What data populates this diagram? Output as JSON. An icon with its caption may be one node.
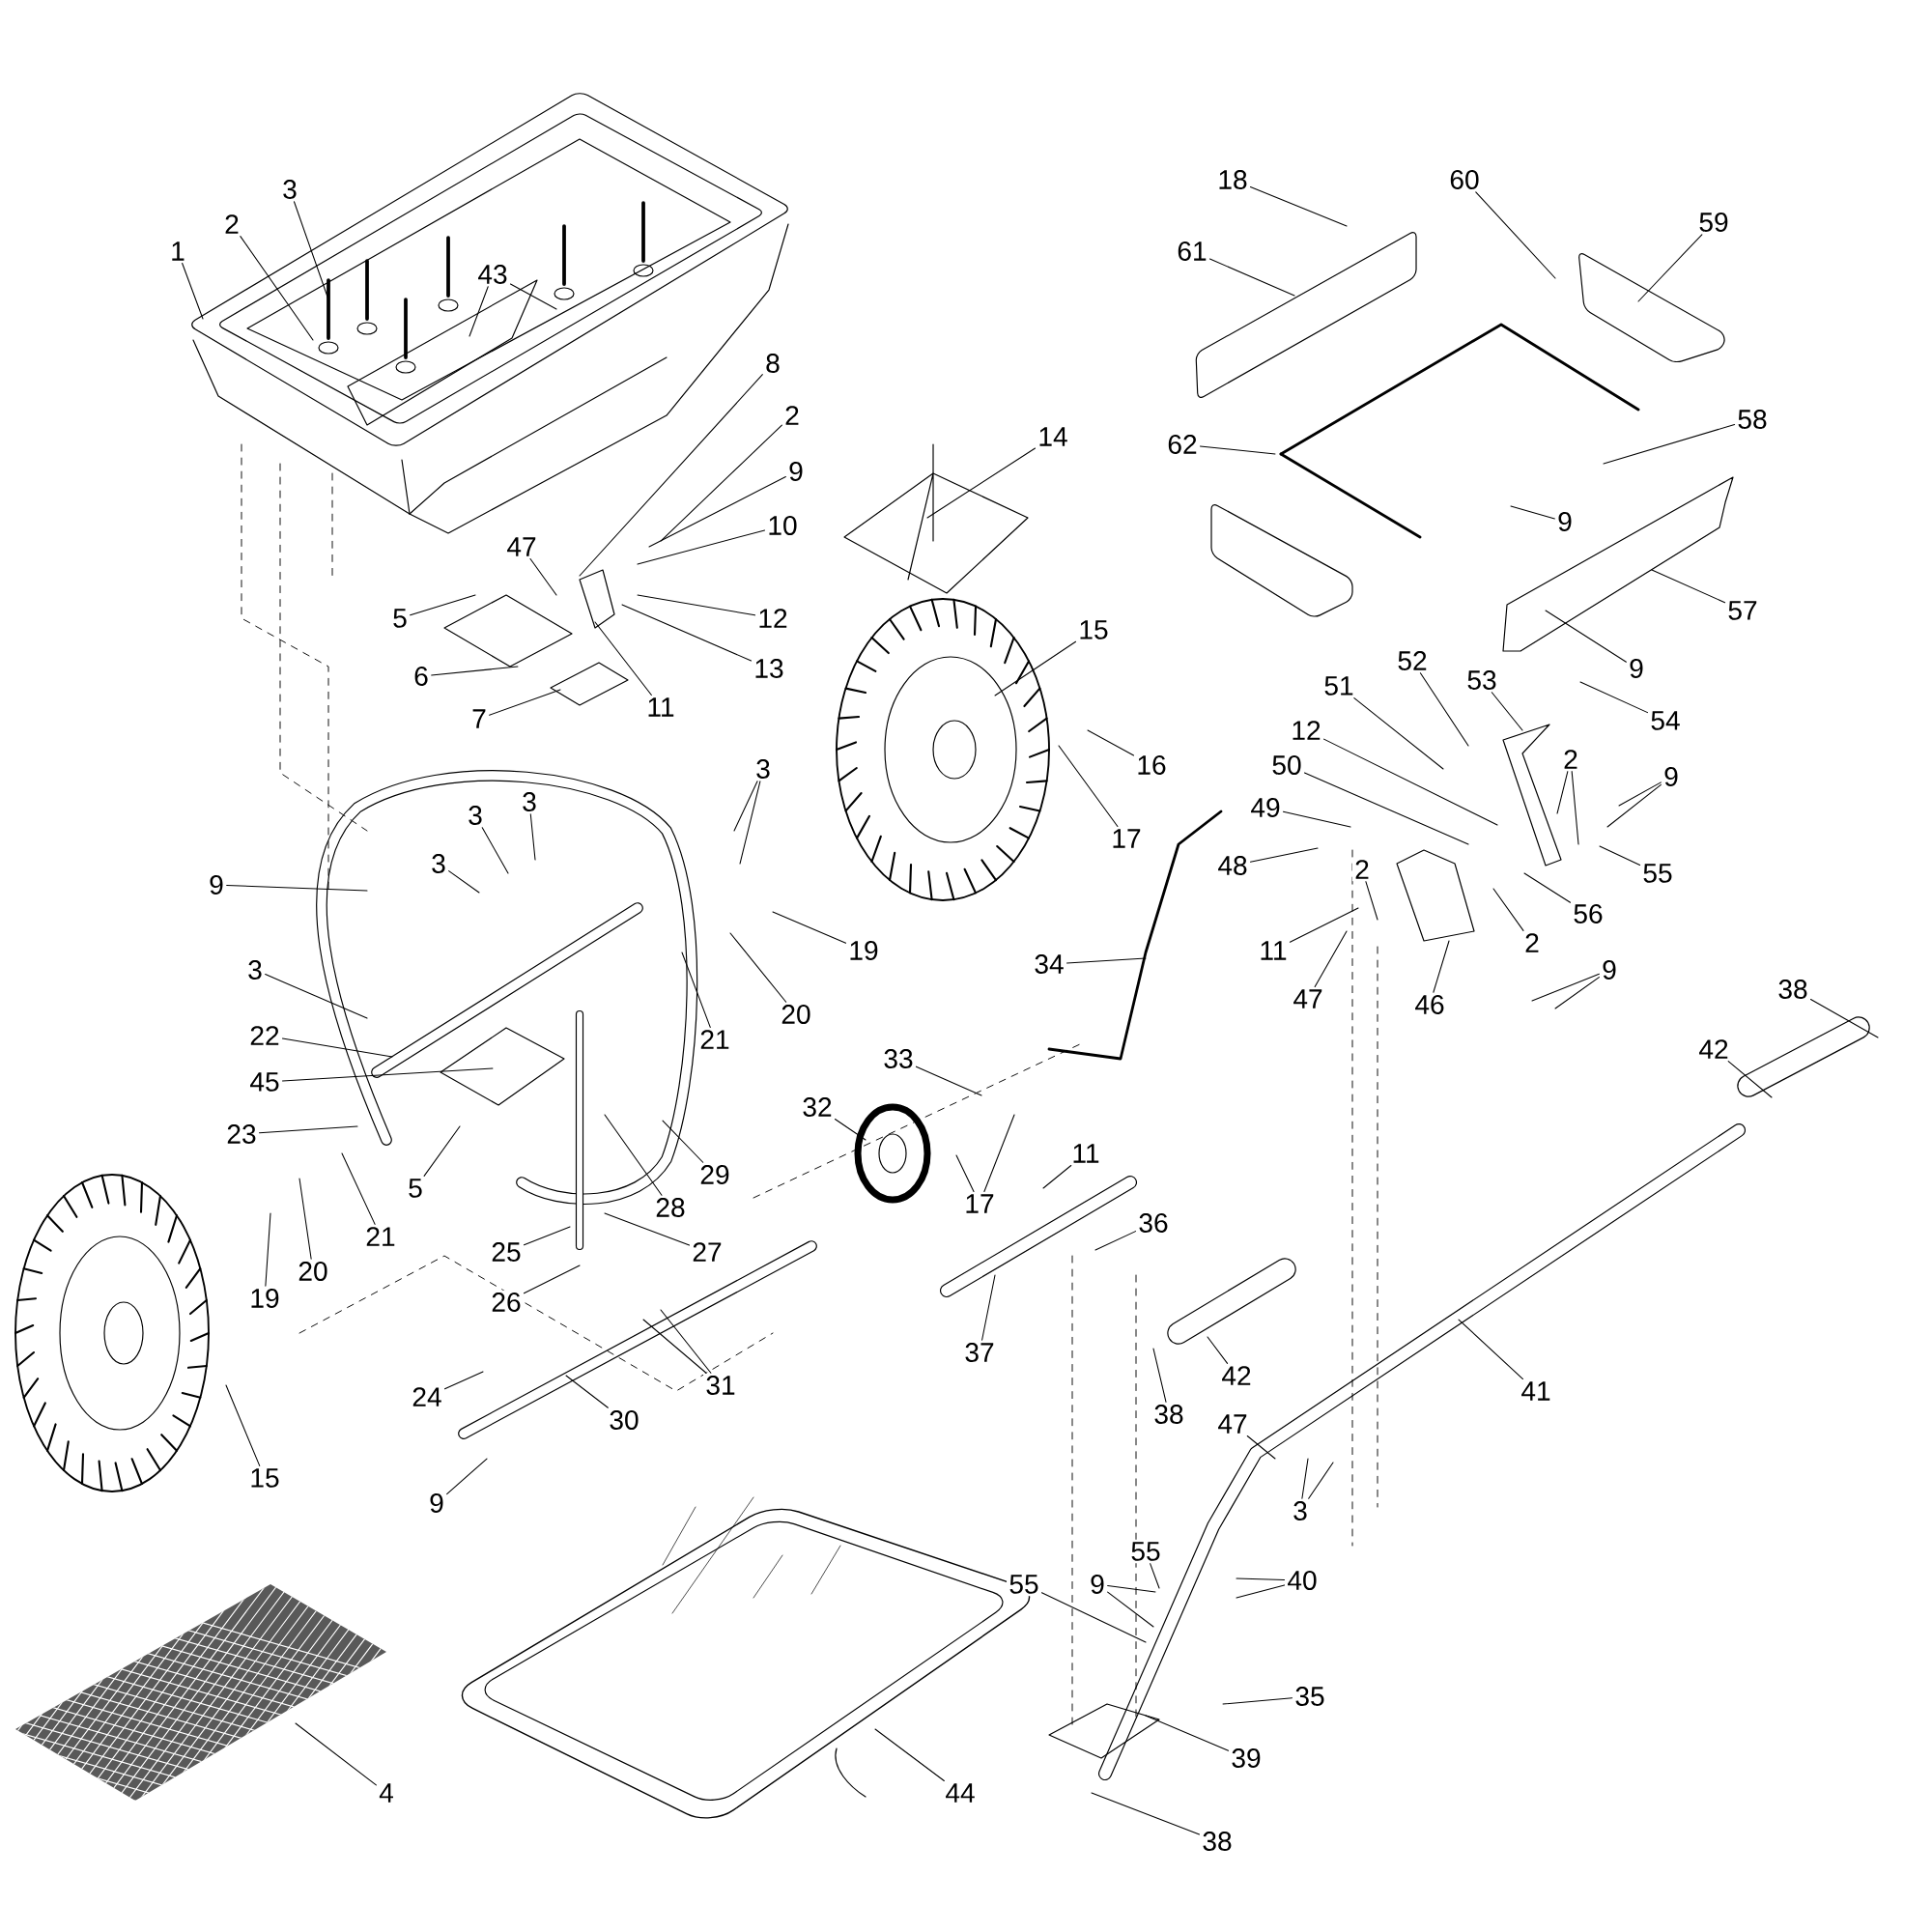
{
  "diagram": {
    "nodes": [
      {
        "text": [
          "1"
        ]
      },
      {
        "text": [
          "2"
        ]
      },
      {
        "text": [
          "3"
        ]
      },
      {
        "text": [
          "43"
        ]
      },
      {
        "text": [
          "18"
        ]
      },
      {
        "text": [
          "60"
        ]
      },
      {
        "text": [
          "61"
        ]
      },
      {
        "text": [
          "59"
        ]
      },
      {
        "text": [
          "8"
        ]
      },
      {
        "text": [
          "2"
        ]
      },
      {
        "text": [
          "14"
        ]
      },
      {
        "text": [
          "62"
        ]
      },
      {
        "text": [
          "58"
        ]
      },
      {
        "text": [
          "9"
        ]
      },
      {
        "text": [
          "9"
        ]
      },
      {
        "text": [
          "10"
        ]
      },
      {
        "text": [
          "47"
        ]
      },
      {
        "text": [
          "57"
        ]
      },
      {
        "text": [
          "5"
        ]
      },
      {
        "text": [
          "12"
        ]
      },
      {
        "text": [
          "15"
        ]
      },
      {
        "text": [
          "52"
        ]
      },
      {
        "text": [
          "9"
        ]
      },
      {
        "text": [
          "13"
        ]
      },
      {
        "text": [
          "6"
        ]
      },
      {
        "text": [
          "53"
        ]
      },
      {
        "text": [
          "51"
        ]
      },
      {
        "text": [
          "11"
        ]
      },
      {
        "text": [
          "7"
        ]
      },
      {
        "text": [
          "54"
        ]
      },
      {
        "text": [
          "12"
        ]
      },
      {
        "text": [
          "2"
        ]
      },
      {
        "text": [
          "16"
        ]
      },
      {
        "text": [
          "50"
        ]
      },
      {
        "text": [
          "3"
        ]
      },
      {
        "text": [
          "9"
        ]
      },
      {
        "text": [
          "3"
        ]
      },
      {
        "text": [
          "49"
        ]
      },
      {
        "text": [
          "3"
        ]
      },
      {
        "text": [
          "17"
        ]
      },
      {
        "text": [
          "3"
        ]
      },
      {
        "text": [
          "2"
        ]
      },
      {
        "text": [
          "48"
        ]
      },
      {
        "text": [
          "55"
        ]
      },
      {
        "text": [
          "9"
        ]
      },
      {
        "text": [
          "56"
        ]
      },
      {
        "text": [
          "2"
        ]
      },
      {
        "text": [
          "11"
        ]
      },
      {
        "text": [
          "19"
        ]
      },
      {
        "text": [
          "34"
        ]
      },
      {
        "text": [
          "3"
        ]
      },
      {
        "text": [
          "9"
        ]
      },
      {
        "text": [
          "38"
        ]
      },
      {
        "text": [
          "47"
        ]
      },
      {
        "text": [
          "46"
        ]
      },
      {
        "text": [
          "20"
        ]
      },
      {
        "text": [
          "22"
        ]
      },
      {
        "text": [
          "21"
        ]
      },
      {
        "text": [
          "42"
        ]
      },
      {
        "text": [
          "33"
        ]
      },
      {
        "text": [
          "45"
        ]
      },
      {
        "text": [
          "32"
        ]
      },
      {
        "text": [
          "23"
        ]
      },
      {
        "text": [
          "11"
        ]
      },
      {
        "text": [
          "29"
        ]
      },
      {
        "text": [
          "5"
        ]
      },
      {
        "text": [
          "17"
        ]
      },
      {
        "text": [
          "28"
        ]
      },
      {
        "text": [
          "21"
        ]
      },
      {
        "text": [
          "36"
        ]
      },
      {
        "text": [
          "25"
        ]
      },
      {
        "text": [
          "27"
        ]
      },
      {
        "text": [
          "20"
        ]
      },
      {
        "text": [
          "19"
        ]
      },
      {
        "text": [
          "26"
        ]
      },
      {
        "text": [
          "37"
        ]
      },
      {
        "text": [
          "42"
        ]
      },
      {
        "text": [
          "31"
        ]
      },
      {
        "text": [
          "41"
        ]
      },
      {
        "text": [
          "24"
        ]
      },
      {
        "text": [
          "38"
        ]
      },
      {
        "text": [
          "30"
        ]
      },
      {
        "text": [
          "47"
        ]
      },
      {
        "text": [
          "15"
        ]
      },
      {
        "text": [
          "9"
        ]
      },
      {
        "text": [
          "3"
        ]
      },
      {
        "text": [
          "55"
        ]
      },
      {
        "text": [
          "40"
        ]
      },
      {
        "text": [
          "9"
        ]
      },
      {
        "text": [
          "55"
        ]
      },
      {
        "text": [
          "35"
        ]
      },
      {
        "text": [
          "39"
        ]
      },
      {
        "text": [
          "4"
        ]
      },
      {
        "text": [
          "44"
        ]
      },
      {
        "text": [
          "38"
        ]
      }
    ],
    "edges": [
      {
        "from": 0,
        "to": null,
        "arrow": "none"
      },
      {
        "from": 1,
        "to": null,
        "arrow": "none"
      },
      {
        "from": 2,
        "to": null,
        "arrow": "none"
      },
      {
        "from": 3,
        "to": null,
        "arrow": "none"
      },
      {
        "from": 3,
        "to": null,
        "arrow": "none"
      },
      {
        "from": 4,
        "to": null,
        "arrow": "none"
      },
      {
        "from": 5,
        "to": null,
        "arrow": "none"
      },
      {
        "from": 6,
        "to": null,
        "arrow": "none"
      },
      {
        "from": 7,
        "to": null,
        "arrow": "none"
      },
      {
        "from": 8,
        "to": null,
        "arrow": "none"
      },
      {
        "from": 9,
        "to": null,
        "arrow": "none"
      },
      {
        "from": 10,
        "to": null,
        "arrow": "none"
      },
      {
        "from": 11,
        "to": null,
        "arrow": "none"
      },
      {
        "from": 12,
        "to": null,
        "arrow": "none"
      },
      {
        "from": 13,
        "to": null,
        "arrow": "none"
      },
      {
        "from": 14,
        "to": null,
        "arrow": "none"
      },
      {
        "from": 15,
        "to": null,
        "arrow": "none"
      },
      {
        "from": 16,
        "to": null,
        "arrow": "none"
      },
      {
        "from": 17,
        "to": null,
        "arrow": "none"
      },
      {
        "from": 18,
        "to": null,
        "arrow": "none"
      },
      {
        "from": 19,
        "to": null,
        "arrow": "none"
      },
      {
        "from": 20,
        "to": null,
        "arrow": "none"
      },
      {
        "from": 21,
        "to": null,
        "arrow": "none"
      },
      {
        "from": 22,
        "to": null,
        "arrow": "none"
      },
      {
        "from": 23,
        "to": null,
        "arrow": "none"
      },
      {
        "from": 24,
        "to": null,
        "arrow": "none"
      },
      {
        "from": 25,
        "to": null,
        "arrow": "none"
      },
      {
        "from": 26,
        "to": null,
        "arrow": "none"
      },
      {
        "from": 27,
        "to": null,
        "arrow": "none"
      },
      {
        "from": 28,
        "to": null,
        "arrow": "none"
      },
      {
        "from": 29,
        "to": null,
        "arrow": "none"
      },
      {
        "from": 30,
        "to": null,
        "arrow": "none"
      },
      {
        "from": 31,
        "to": null,
        "arrow": "none"
      },
      {
        "from": 31,
        "to": null,
        "arrow": "none"
      },
      {
        "from": 32,
        "to": null,
        "arrow": "none"
      },
      {
        "from": 33,
        "to": null,
        "arrow": "none"
      },
      {
        "from": 34,
        "to": null,
        "arrow": "none"
      },
      {
        "from": 34,
        "to": null,
        "arrow": "none"
      },
      {
        "from": 35,
        "to": null,
        "arrow": "none"
      },
      {
        "from": 35,
        "to": null,
        "arrow": "none"
      },
      {
        "from": 36,
        "to": null,
        "arrow": "none"
      },
      {
        "from": 37,
        "to": null,
        "arrow": "none"
      },
      {
        "from": 38,
        "to": null,
        "arrow": "none"
      },
      {
        "from": 39,
        "to": null,
        "arrow": "none"
      },
      {
        "from": 40,
        "to": null,
        "arrow": "none"
      },
      {
        "from": 41,
        "to": null,
        "arrow": "none"
      },
      {
        "from": 42,
        "to": null,
        "arrow": "none"
      },
      {
        "from": 43,
        "to": null,
        "arrow": "none"
      },
      {
        "from": 44,
        "to": null,
        "arrow": "none"
      },
      {
        "from": 45,
        "to": null,
        "arrow": "none"
      },
      {
        "from": 46,
        "to": null,
        "arrow": "none"
      },
      {
        "from": 47,
        "to": null,
        "arrow": "none"
      },
      {
        "from": 48,
        "to": null,
        "arrow": "none"
      },
      {
        "from": 49,
        "to": null,
        "arrow": "none"
      },
      {
        "from": 50,
        "to": null,
        "arrow": "none"
      },
      {
        "from": 51,
        "to": null,
        "arrow": "none"
      },
      {
        "from": 51,
        "to": null,
        "arrow": "none"
      },
      {
        "from": 52,
        "to": null,
        "arrow": "none"
      },
      {
        "from": 53,
        "to": null,
        "arrow": "none"
      },
      {
        "from": 54,
        "to": null,
        "arrow": "none"
      },
      {
        "from": 55,
        "to": null,
        "arrow": "none"
      },
      {
        "from": 56,
        "to": null,
        "arrow": "none"
      },
      {
        "from": 57,
        "to": null,
        "arrow": "none"
      },
      {
        "from": 58,
        "to": null,
        "arrow": "none"
      },
      {
        "from": 59,
        "to": null,
        "arrow": "none"
      },
      {
        "from": 60,
        "to": null,
        "arrow": "none"
      },
      {
        "from": 61,
        "to": null,
        "arrow": "none"
      },
      {
        "from": 62,
        "to": null,
        "arrow": "none"
      },
      {
        "from": 63,
        "to": null,
        "arrow": "none"
      },
      {
        "from": 64,
        "to": null,
        "arrow": "none"
      },
      {
        "from": 65,
        "to": null,
        "arrow": "none"
      },
      {
        "from": 66,
        "to": null,
        "arrow": "none"
      },
      {
        "from": 66,
        "to": null,
        "arrow": "none"
      },
      {
        "from": 67,
        "to": null,
        "arrow": "none"
      },
      {
        "from": 68,
        "to": null,
        "arrow": "none"
      },
      {
        "from": 69,
        "to": null,
        "arrow": "none"
      },
      {
        "from": 70,
        "to": null,
        "arrow": "none"
      },
      {
        "from": 71,
        "to": null,
        "arrow": "none"
      },
      {
        "from": 72,
        "to": null,
        "arrow": "none"
      },
      {
        "from": 73,
        "to": null,
        "arrow": "none"
      },
      {
        "from": 74,
        "to": null,
        "arrow": "none"
      },
      {
        "from": 75,
        "to": null,
        "arrow": "none"
      },
      {
        "from": 76,
        "to": null,
        "arrow": "none"
      },
      {
        "from": 77,
        "to": null,
        "arrow": "none"
      },
      {
        "from": 77,
        "to": null,
        "arrow": "none"
      },
      {
        "from": 78,
        "to": null,
        "arrow": "none"
      },
      {
        "from": 79,
        "to": null,
        "arrow": "none"
      },
      {
        "from": 80,
        "to": null,
        "arrow": "none"
      },
      {
        "from": 81,
        "to": null,
        "arrow": "none"
      },
      {
        "from": 82,
        "to": null,
        "arrow": "none"
      },
      {
        "from": 83,
        "to": null,
        "arrow": "none"
      },
      {
        "from": 84,
        "to": null,
        "arrow": "none"
      },
      {
        "from": 85,
        "to": null,
        "arrow": "none"
      },
      {
        "from": 85,
        "to": null,
        "arrow": "none"
      },
      {
        "from": 86,
        "to": null,
        "arrow": "none"
      },
      {
        "from": 87,
        "to": null,
        "arrow": "none"
      },
      {
        "from": 87,
        "to": null,
        "arrow": "none"
      },
      {
        "from": 88,
        "to": null,
        "arrow": "none"
      },
      {
        "from": 88,
        "to": null,
        "arrow": "none"
      },
      {
        "from": 89,
        "to": null,
        "arrow": "none"
      },
      {
        "from": 90,
        "to": null,
        "arrow": "none"
      },
      {
        "from": 91,
        "to": null,
        "arrow": "none"
      },
      {
        "from": 92,
        "to": null,
        "arrow": "none"
      },
      {
        "from": 93,
        "to": null,
        "arrow": "none"
      },
      {
        "from": 94,
        "to": null,
        "arrow": "none"
      }
    ]
  }
}
